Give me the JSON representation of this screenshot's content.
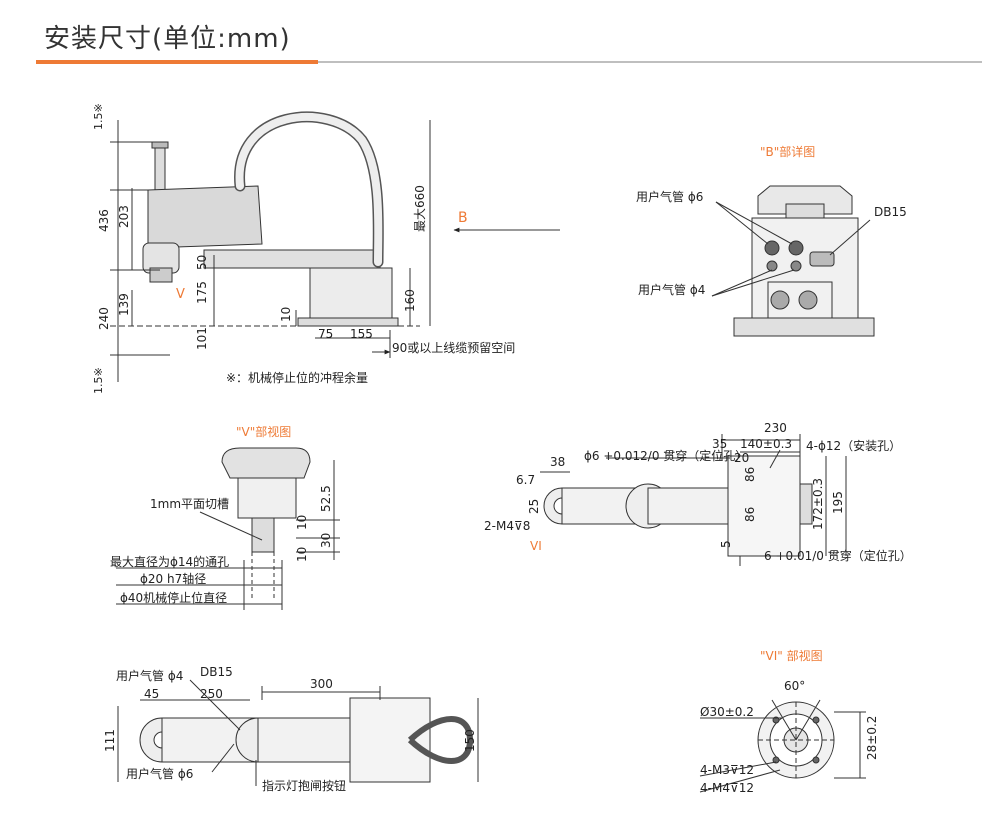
{
  "header": {
    "title": "安装尺寸(单位:mm)",
    "accent_color": "#ee7a35",
    "rule_color": "#bfbfbf"
  },
  "main_view": {
    "dims": {
      "d_1_5_top": "1.5※",
      "d_436": "436",
      "d_203": "203",
      "d_50": "50",
      "d_175": "175",
      "d_139": "139",
      "d_240": "240",
      "d_101": "101",
      "d_10": "10",
      "d_75": "75",
      "d_155": "155",
      "d_160": "160",
      "d_max660": "最大660",
      "d_1_5_bottom": "1.5※"
    },
    "label_v": "V",
    "arrow_b": "B",
    "cable_space_note": "90或以上线缆预留空间",
    "footnote": "※：机械停止位的冲程余量"
  },
  "b_detail": {
    "title": "\"B\"部详图",
    "air_pipe_6": "用户气管 ϕ6",
    "air_pipe_4": "用户气管 ϕ4",
    "connector": "DB15"
  },
  "v_detail": {
    "title": "\"V\"部视图",
    "flat_groove": "1mm平面切槽",
    "max_through_hole": "最大直径为ϕ14的通孔",
    "shaft_diameter": "ϕ20 h7轴径",
    "stop_diameter": "ϕ40机械停止位直径",
    "d_52_5": "52.5",
    "d_10a": "10",
    "d_30": "30",
    "d_10b": "10"
  },
  "base_view": {
    "d_230": "230",
    "d_35": "35",
    "d_140": "140±0.3",
    "d_20": "20",
    "d_38": "38",
    "d_6_7": "6.7",
    "d_25": "25",
    "d_86a": "86",
    "d_86b": "86",
    "d_172": "172±0.3",
    "d_195": "195",
    "d_5": "5",
    "locating_hole_6_012": "ϕ6 +0.012/0 贯穿（定位孔）",
    "locating_hole_6_01": "6 +0.01/0 贯穿（定位孔）",
    "mount_holes": "4-ϕ12（安装孔）",
    "tap_m4": "2-M4⊽8",
    "label_vi": "VI"
  },
  "top_view": {
    "air_pipe_4": "用户气管 ϕ4",
    "connector": "DB15",
    "d_45": "45",
    "d_250": "250",
    "d_300": "300",
    "d_111": "111",
    "d_150": "150",
    "air_pipe_6": "用户气管 ϕ6",
    "indicator_button": "指示灯抱闸按钮"
  },
  "vi_detail": {
    "title": "\"VI\" 部视图",
    "angle": "60°",
    "bore": "Ø30±0.2",
    "offset": "28±0.2",
    "tap_m3": "4-M3⊽12",
    "tap_m4": "4-M4⊽12"
  }
}
